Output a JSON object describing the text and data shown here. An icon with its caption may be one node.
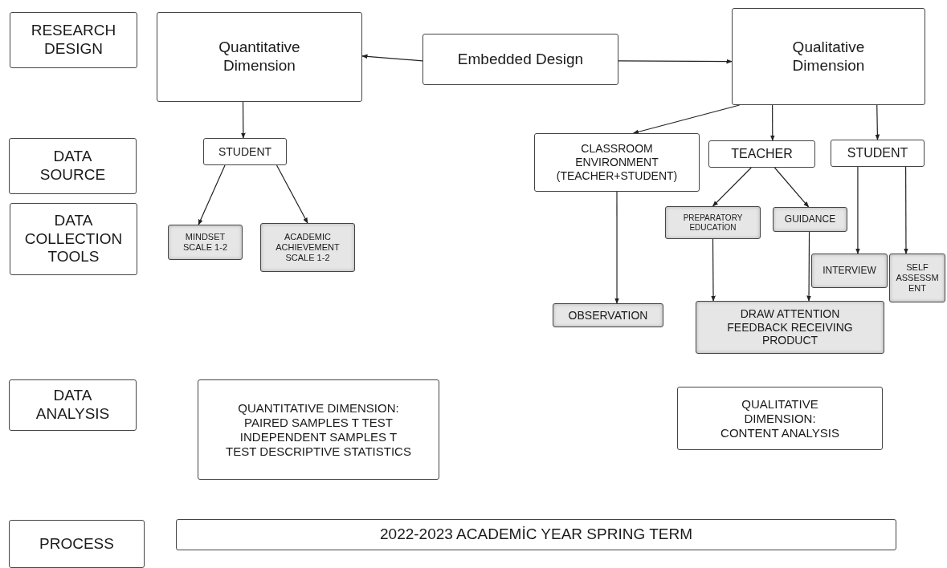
{
  "diagram": {
    "nodes": [
      {
        "text": [
          "RESEARCH DESIGN"
        ]
      },
      {
        "text": [
          "Quantitative Dimension"
        ]
      },
      {
        "text": [
          "Embedded Design"
        ]
      },
      {
        "text": [
          "Qualitative Dimension"
        ]
      },
      {
        "text": [
          "DATA SOURCE"
        ]
      },
      {
        "text": [
          "STUDENT"
        ]
      },
      {
        "text": [
          "CLASSROOM ENVIRONMENT (TEACHER+STUDENT)"
        ]
      },
      {
        "text": [
          "TEACHER"
        ]
      },
      {
        "text": [
          "STUDENT"
        ]
      },
      {
        "text": [
          "DATA COLLECTION TOOLS"
        ]
      },
      {
        "text": [
          "MINDSET SCALE 1-2"
        ]
      },
      {
        "text": [
          "ACADEMIC ACHIEVEMENT SCALE 1-2"
        ]
      },
      {
        "text": [
          "PREPARATORY EDUCATİON"
        ]
      },
      {
        "text": [
          "GUIDANCE"
        ]
      },
      {
        "text": [
          "INTERVIEW"
        ]
      },
      {
        "text": [
          "SELF ASSESSMENT"
        ]
      },
      {
        "text": [
          "OBSERVATION"
        ]
      },
      {
        "text": [
          "DRAW ATTENTION FEEDBACK RECEIVING PRODUCT"
        ]
      },
      {
        "text": [
          "DATA ANALYSIS"
        ]
      },
      {
        "text": [
          "QUANTITATIVE DIMENSION: PAIRED SAMPLES T TEST INDEPENDENT SAMPLES T TEST DESCRIPTIVE STATISTICS"
        ]
      },
      {
        "text": [
          "QUALITATIVE DIMENSION: CONTENT ANALYSIS"
        ]
      },
      {
        "text": [
          "PROCESS"
        ]
      },
      {
        "text": [
          "2022-2023 ACADEMİC YEAR SPRING TERM"
        ]
      }
    ],
    "edges": [
      {
        "from": 2,
        "to": 1,
        "arrow": "to"
      },
      {
        "from": 2,
        "to": 3,
        "arrow": "to"
      },
      {
        "from": 1,
        "to": 5,
        "arrow": "to"
      },
      {
        "from": 3,
        "to": 6,
        "arrow": "to"
      },
      {
        "from": 3,
        "to": 7,
        "arrow": "to"
      },
      {
        "from": 3,
        "to": 8,
        "arrow": "to"
      },
      {
        "from": 5,
        "to": 10,
        "arrow": "to"
      },
      {
        "from": 5,
        "to": 11,
        "arrow": "to"
      },
      {
        "from": 6,
        "to": 16,
        "arrow": "to"
      },
      {
        "from": 7,
        "to": 12,
        "arrow": "to"
      },
      {
        "from": 7,
        "to": 13,
        "arrow": "to"
      },
      {
        "from": 12,
        "to": 17,
        "arrow": "to"
      },
      {
        "from": 13,
        "to": 17,
        "arrow": "to"
      },
      {
        "from": 8,
        "to": 14,
        "arrow": "to"
      },
      {
        "from": 8,
        "to": 15,
        "arrow": "to"
      }
    ]
  }
}
